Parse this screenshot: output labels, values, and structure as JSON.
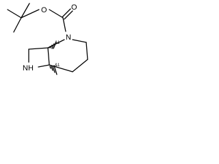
{
  "molecule": {
    "atoms": {
      "o_ether": "O",
      "o_carbonyl": "O",
      "n_boc": "N",
      "n_azetidine": "NH"
    },
    "stereo_labels": {
      "c_top": "&1",
      "c_bottom": "&1"
    }
  }
}
